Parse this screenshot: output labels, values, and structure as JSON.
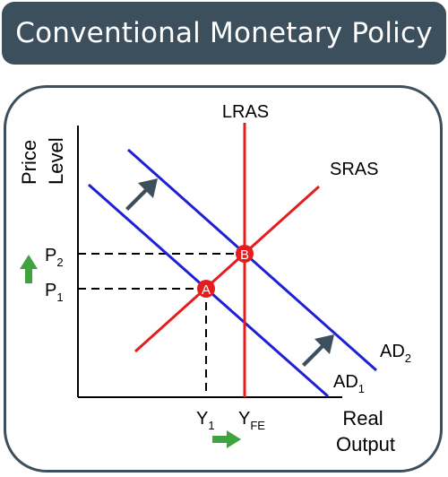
{
  "header": {
    "title": "Conventional Monetary Policy"
  },
  "diagram": {
    "y_axis_label_line1": "Price",
    "y_axis_label_line2": "Level",
    "x_axis_label_line1": "Real",
    "x_axis_label_line2": "Output",
    "curves": {
      "lras": "LRAS",
      "sras": "SRAS",
      "ad2_main": "AD",
      "ad2_sub": "2",
      "ad1_main": "AD",
      "ad1_sub": "1"
    },
    "points": {
      "a": "A",
      "b": "B"
    },
    "price_labels": {
      "p2_main": "P",
      "p2_sub": "2",
      "p1_main": "P",
      "p1_sub": "1"
    },
    "output_labels": {
      "y1_main": "Y",
      "y1_sub": "1",
      "yfe_main": "Y",
      "yfe_sub": "FE"
    },
    "colors": {
      "title_bar": "#3c4f5c",
      "ad_curves": "#1f1fd6",
      "supply_curves": "#e41e1e",
      "shift_arrows": "#3c4f5c",
      "change_arrows": "#3fa33f",
      "point_fill": "#e41e1e"
    }
  }
}
